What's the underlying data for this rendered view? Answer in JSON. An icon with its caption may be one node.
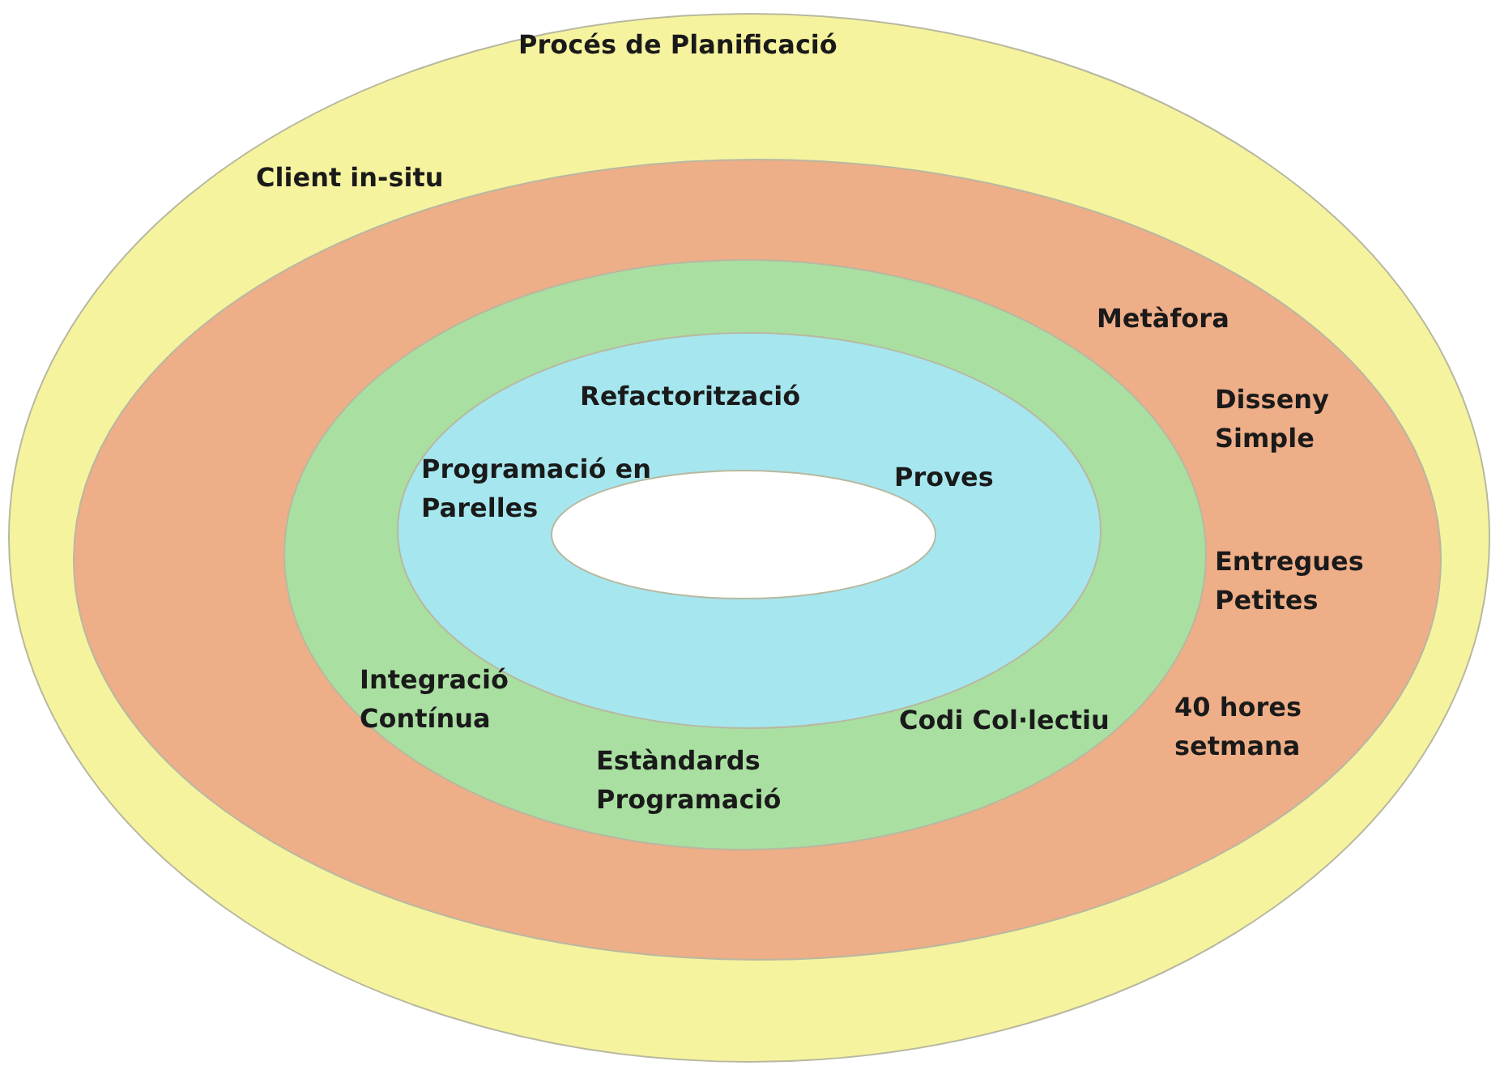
{
  "diagram": {
    "nodes": [
      {
        "text": [
          "Procés de Planificació",
          "Client in-situ"
        ]
      },
      {
        "text": [
          "Metàfora",
          "Disseny Simple",
          "Entregues Petites",
          "40 hores setmana"
        ],
        "in": 0
      },
      {
        "text": [
          "Integració Contínua",
          "Estàndards Programació",
          "Codi Col·lectiu"
        ],
        "in": 1
      },
      {
        "text": [
          "Refactorització",
          "Programació en Parelles",
          "Proves"
        ],
        "in": 2
      },
      {
        "text": [],
        "shape": "ellipse",
        "in": 3
      }
    ]
  }
}
